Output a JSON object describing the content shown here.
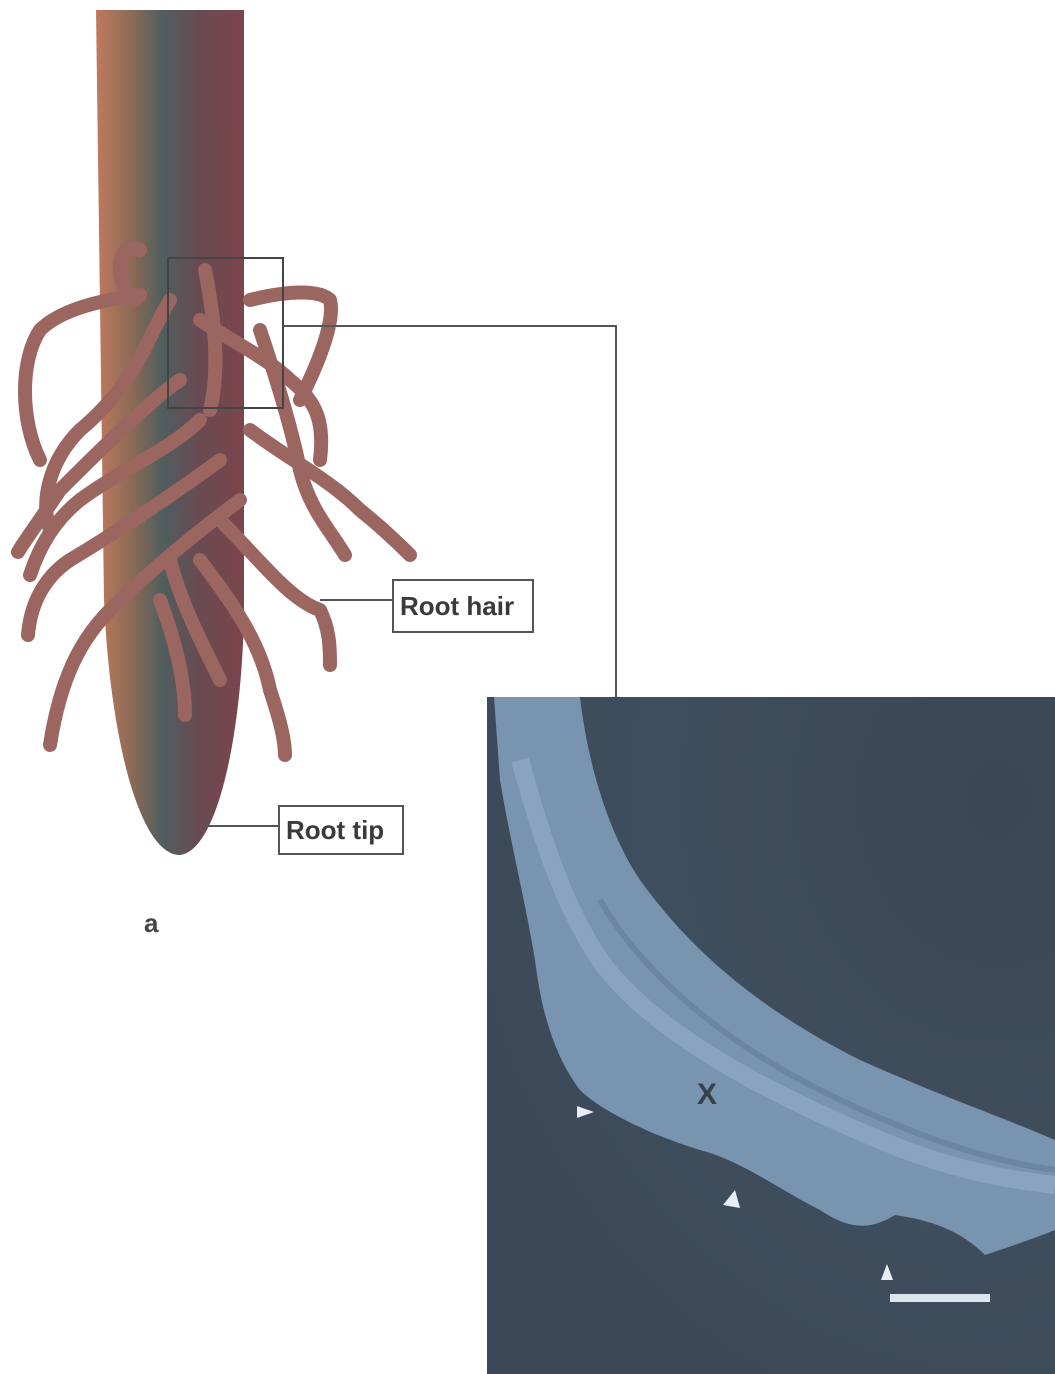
{
  "labels": {
    "root_hair": "Root hair",
    "root_tip": "Root tip",
    "panel_letter": "a",
    "micrograph_marker": "X"
  },
  "colors": {
    "root_body_left": "#b3705a",
    "root_body_mid": "#5e5a5c",
    "root_body_right": "#7a4b4e",
    "root_hair": "#9b6560",
    "micrograph_bg": "#3d4c5c",
    "micrograph_band": "#7f9cb8",
    "leader_line": "#555555"
  }
}
